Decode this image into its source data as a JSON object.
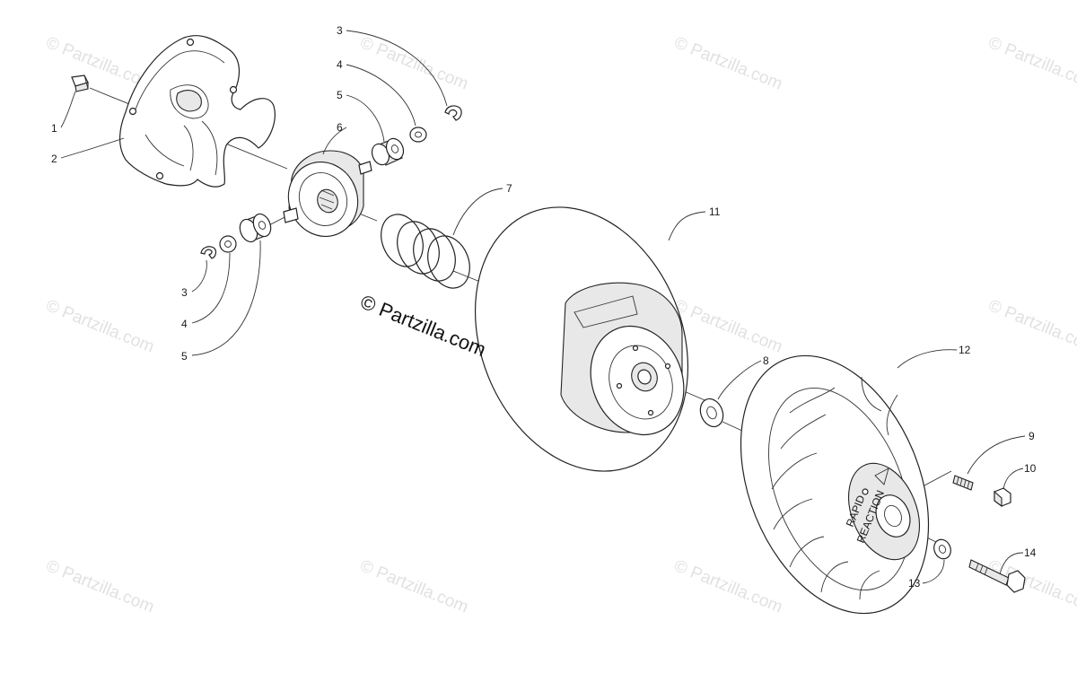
{
  "watermark": {
    "main_text": "© Partzilla.com",
    "tile_text": "© Partzilla.com"
  },
  "callouts": {
    "c1": "1",
    "c2": "2",
    "c3_top": "3",
    "c4_top": "4",
    "c5_top": "5",
    "c6": "6",
    "c7": "7",
    "c3_bottom": "3",
    "c4_bottom": "4",
    "c5_bottom": "5",
    "c8": "8",
    "c9": "9",
    "c10": "10",
    "c11": "11",
    "c12": "12",
    "c13": "13",
    "c14": "14"
  },
  "sheave_text": {
    "line1": "RAPID",
    "line2": "REACTION"
  }
}
